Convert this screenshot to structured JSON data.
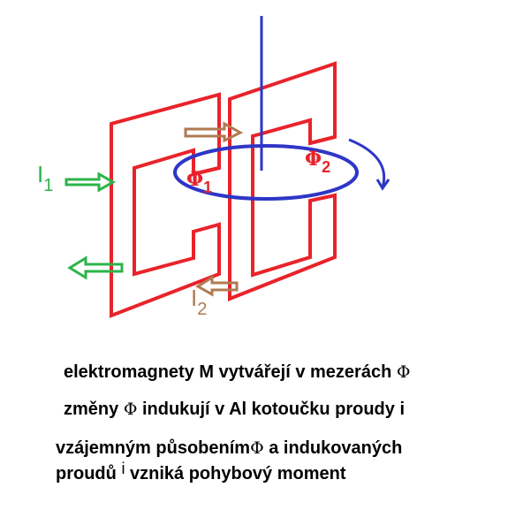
{
  "colors": {
    "magnet": "#e8232a",
    "axis": "#2e36c7",
    "disk": "#2e36c7",
    "current1": "#2db34a",
    "current2": "#b07a52",
    "text": "#000000"
  },
  "labels": {
    "i1_letter": "I",
    "i1_sub": "1",
    "i2_letter": "I",
    "i2_sub": "2",
    "phi1_letter": "Φ",
    "phi1_sub": "1",
    "phi2_letter": "Φ",
    "phi2_sub": "2"
  },
  "captions": {
    "line1_text": "elektromagnety M vytvářejí v mezerách",
    "line1_symbol": "Φ",
    "line2_before": "změny",
    "line2_symbol": "Φ",
    "line2_after": "indukují v Al kotoučku proudy",
    "line2_i": "i",
    "line3_before": "vzájemným působením",
    "line3_symbol": "Φ",
    "line3_after": "a indukovaných",
    "line4_before": "proudů",
    "line4_i": "i",
    "line4_after": "vzniká pohybový moment"
  }
}
